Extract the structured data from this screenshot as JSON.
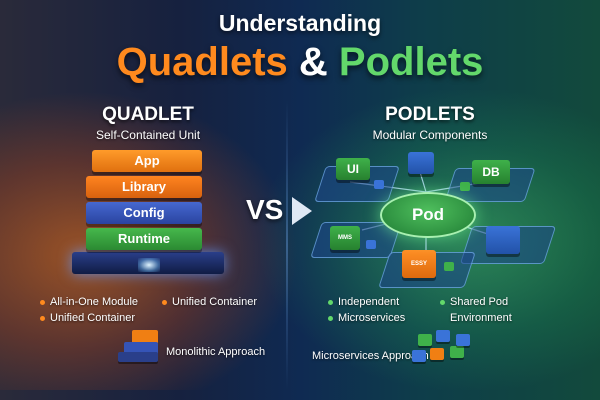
{
  "header": {
    "title_top": "Understanding",
    "title_left": "Quadlets",
    "title_amp": "&",
    "title_right": "Podlets"
  },
  "quadlet": {
    "heading": "QUADLET",
    "subheading": "Self-Contained Unit",
    "layers": [
      {
        "label": "App",
        "color": "#f07f13"
      },
      {
        "label": "Library",
        "color": "#f06e15"
      },
      {
        "label": "Config",
        "color": "#3554b7"
      },
      {
        "label": "Runtime",
        "color": "#38a53e"
      }
    ],
    "bullets": [
      "All-in-One Module",
      "Unified Container",
      "Unified Container"
    ],
    "footer": "Monolithic Approach"
  },
  "vs_label": "VS",
  "podlets": {
    "heading": "PODLETS",
    "subheading": "Modular Components",
    "pod_label": "Pod",
    "tiles": {
      "ui": "UI",
      "db": "DB",
      "small_left": "MMS",
      "small_bottom": "ESSY"
    },
    "bullets": [
      "Independent",
      "Microservices",
      "Shared Pod",
      "Environment"
    ],
    "footer": "Microservices Approach"
  },
  "colors": {
    "orange": "#ff8a1e",
    "green": "#63d86b",
    "blue": "#3554b7"
  }
}
